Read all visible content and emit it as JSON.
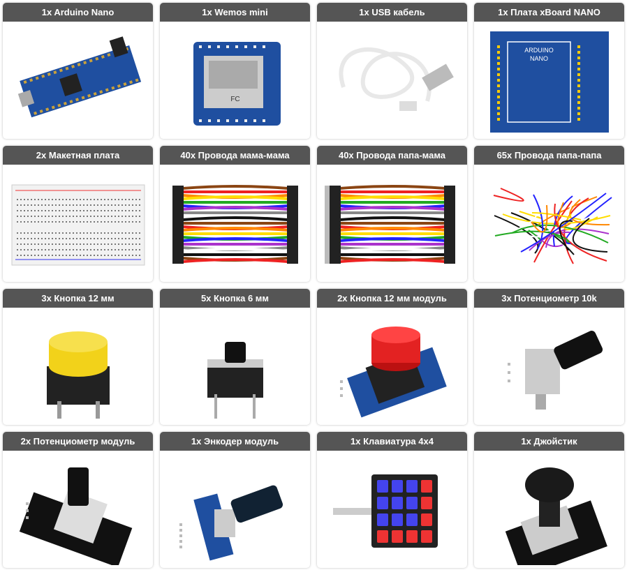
{
  "items": [
    {
      "title": "1x Arduino Nano",
      "image": "arduino-nano"
    },
    {
      "title": "1x Wemos mini",
      "image": "wemos-mini"
    },
    {
      "title": "1x USB кабель",
      "image": "usb-cable"
    },
    {
      "title": "1x Плата xBoard NANO",
      "image": "xboard-nano"
    },
    {
      "title": "2x Макетная плата",
      "image": "breadboard"
    },
    {
      "title": "40x Провода мама-мама",
      "image": "wires-ff"
    },
    {
      "title": "40x Провода папа-мама",
      "image": "wires-mf"
    },
    {
      "title": "65x Провода папа-папа",
      "image": "wires-mm"
    },
    {
      "title": "3x Кнопка 12 мм",
      "image": "button-12mm"
    },
    {
      "title": "5x Кнопка 6 мм",
      "image": "button-6mm"
    },
    {
      "title": "2x Кнопка 12 мм модуль",
      "image": "button-module"
    },
    {
      "title": "3x Потенциометр 10k",
      "image": "potentiometer"
    },
    {
      "title": "2x Потенциометр модуль",
      "image": "potentiometer-module"
    },
    {
      "title": "1x Энкодер модуль",
      "image": "encoder-module"
    },
    {
      "title": "1x Клавиатура 4x4",
      "image": "keypad"
    },
    {
      "title": "1x Джойстик",
      "image": "joystick"
    }
  ],
  "colors": {
    "header": "#555555",
    "pcb_blue": "#1f4fa0",
    "button_yellow": "#f2d21a",
    "button_red": "#e32222"
  }
}
